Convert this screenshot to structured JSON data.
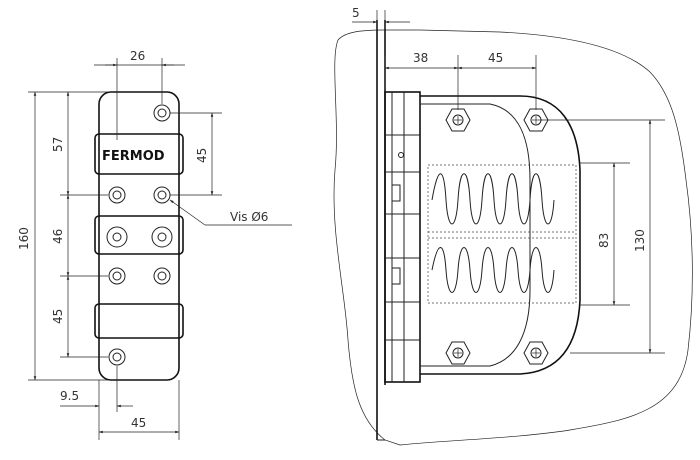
{
  "brand": "FERMOD",
  "callout": "Vis Ø6",
  "front_view": {
    "width_top": "26",
    "height_total": "160",
    "height_upper": "57",
    "height_middle": "46",
    "height_lower": "45",
    "hole_spacing": "45",
    "offset_bottom": "9.5",
    "width_bottom": "45"
  },
  "side_view": {
    "gap": "5",
    "offset_1": "38",
    "offset_2": "45",
    "spring_height": "83",
    "plate_height": "130"
  }
}
